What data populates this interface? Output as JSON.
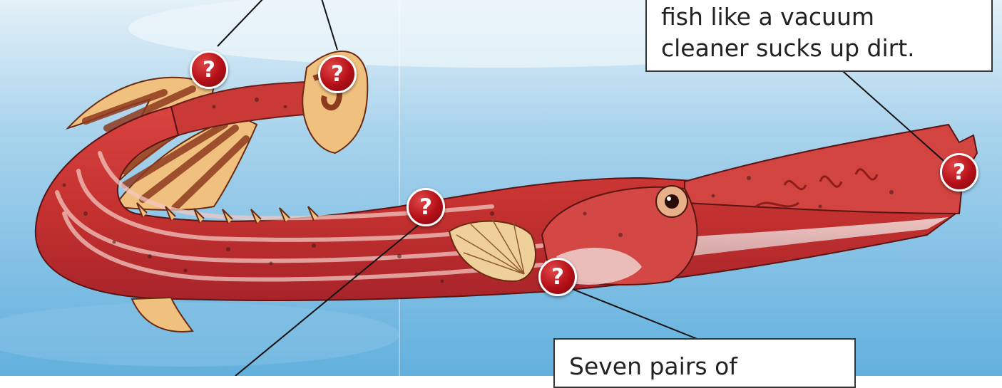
{
  "callouts": {
    "top_right_line1": "fish like a vacuum",
    "top_right_line2": "cleaner sucks up dirt.",
    "bottom_right_line1": "Seven pairs of"
  },
  "hotspot_label": "?",
  "colors": {
    "water_light": "#dcecf6",
    "water_mid": "#9fcde9",
    "water_deep": "#5aa9da",
    "fish_body": "#cf3d3a",
    "fish_stripe": "#f1c7c0",
    "fin": "#efc07e",
    "fin_stripe": "#8e3a1e",
    "hotspot": "#b40f17"
  },
  "icons": {
    "hotspot": "question-mark-badge"
  }
}
